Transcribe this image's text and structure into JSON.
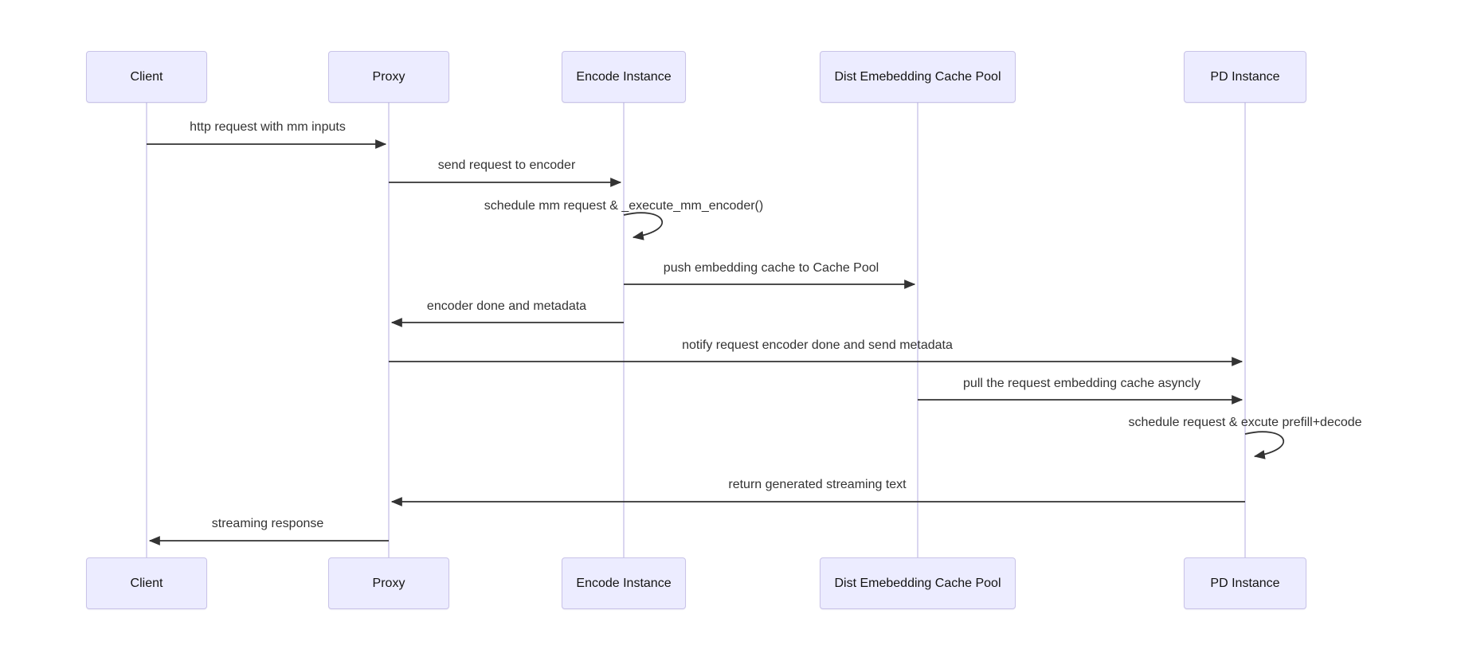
{
  "diagram_type": "sequence-diagram",
  "actors": [
    {
      "name": "Client"
    },
    {
      "name": "Proxy"
    },
    {
      "name": "Encode Instance"
    },
    {
      "name": "Dist Emebedding Cache Pool"
    },
    {
      "name": "PD Instance"
    }
  ],
  "messages": [
    {
      "from": "Client",
      "to": "Proxy",
      "label": "http request with mm inputs",
      "type": "solid-arrow"
    },
    {
      "from": "Proxy",
      "to": "Encode Instance",
      "label": "send request to encoder",
      "type": "solid-arrow"
    },
    {
      "from": "Encode Instance",
      "to": "Encode Instance",
      "label": "schedule mm request & _execute_mm_encoder()",
      "type": "self-loop"
    },
    {
      "from": "Encode Instance",
      "to": "Dist Emebedding Cache Pool",
      "label": "push embedding cache to Cache Pool",
      "type": "solid-arrow"
    },
    {
      "from": "Encode Instance",
      "to": "Proxy",
      "label": "encoder done and metadata",
      "type": "solid-arrow"
    },
    {
      "from": "Proxy",
      "to": "PD Instance",
      "label": "notify request encoder done and send metadata",
      "type": "solid-arrow"
    },
    {
      "from": "Dist Emebedding Cache Pool",
      "to": "PD Instance",
      "label": "pull the request embedding cache asyncly",
      "type": "solid-arrow"
    },
    {
      "from": "PD Instance",
      "to": "PD Instance",
      "label": "schedule request & excute prefill+decode",
      "type": "self-loop"
    },
    {
      "from": "PD Instance",
      "to": "Proxy",
      "label": "return generated streaming text",
      "type": "solid-arrow"
    },
    {
      "from": "Proxy",
      "to": "Client",
      "label": "streaming response",
      "type": "solid-arrow"
    }
  ],
  "colors": {
    "background": "#ffffff",
    "actor_fill": "#ECECFF",
    "actor_border": "#c9c3e8",
    "actor_text": "#131313",
    "lifeline": "#d0cbec",
    "arrow": "#333333",
    "message_text": "#333333"
  }
}
